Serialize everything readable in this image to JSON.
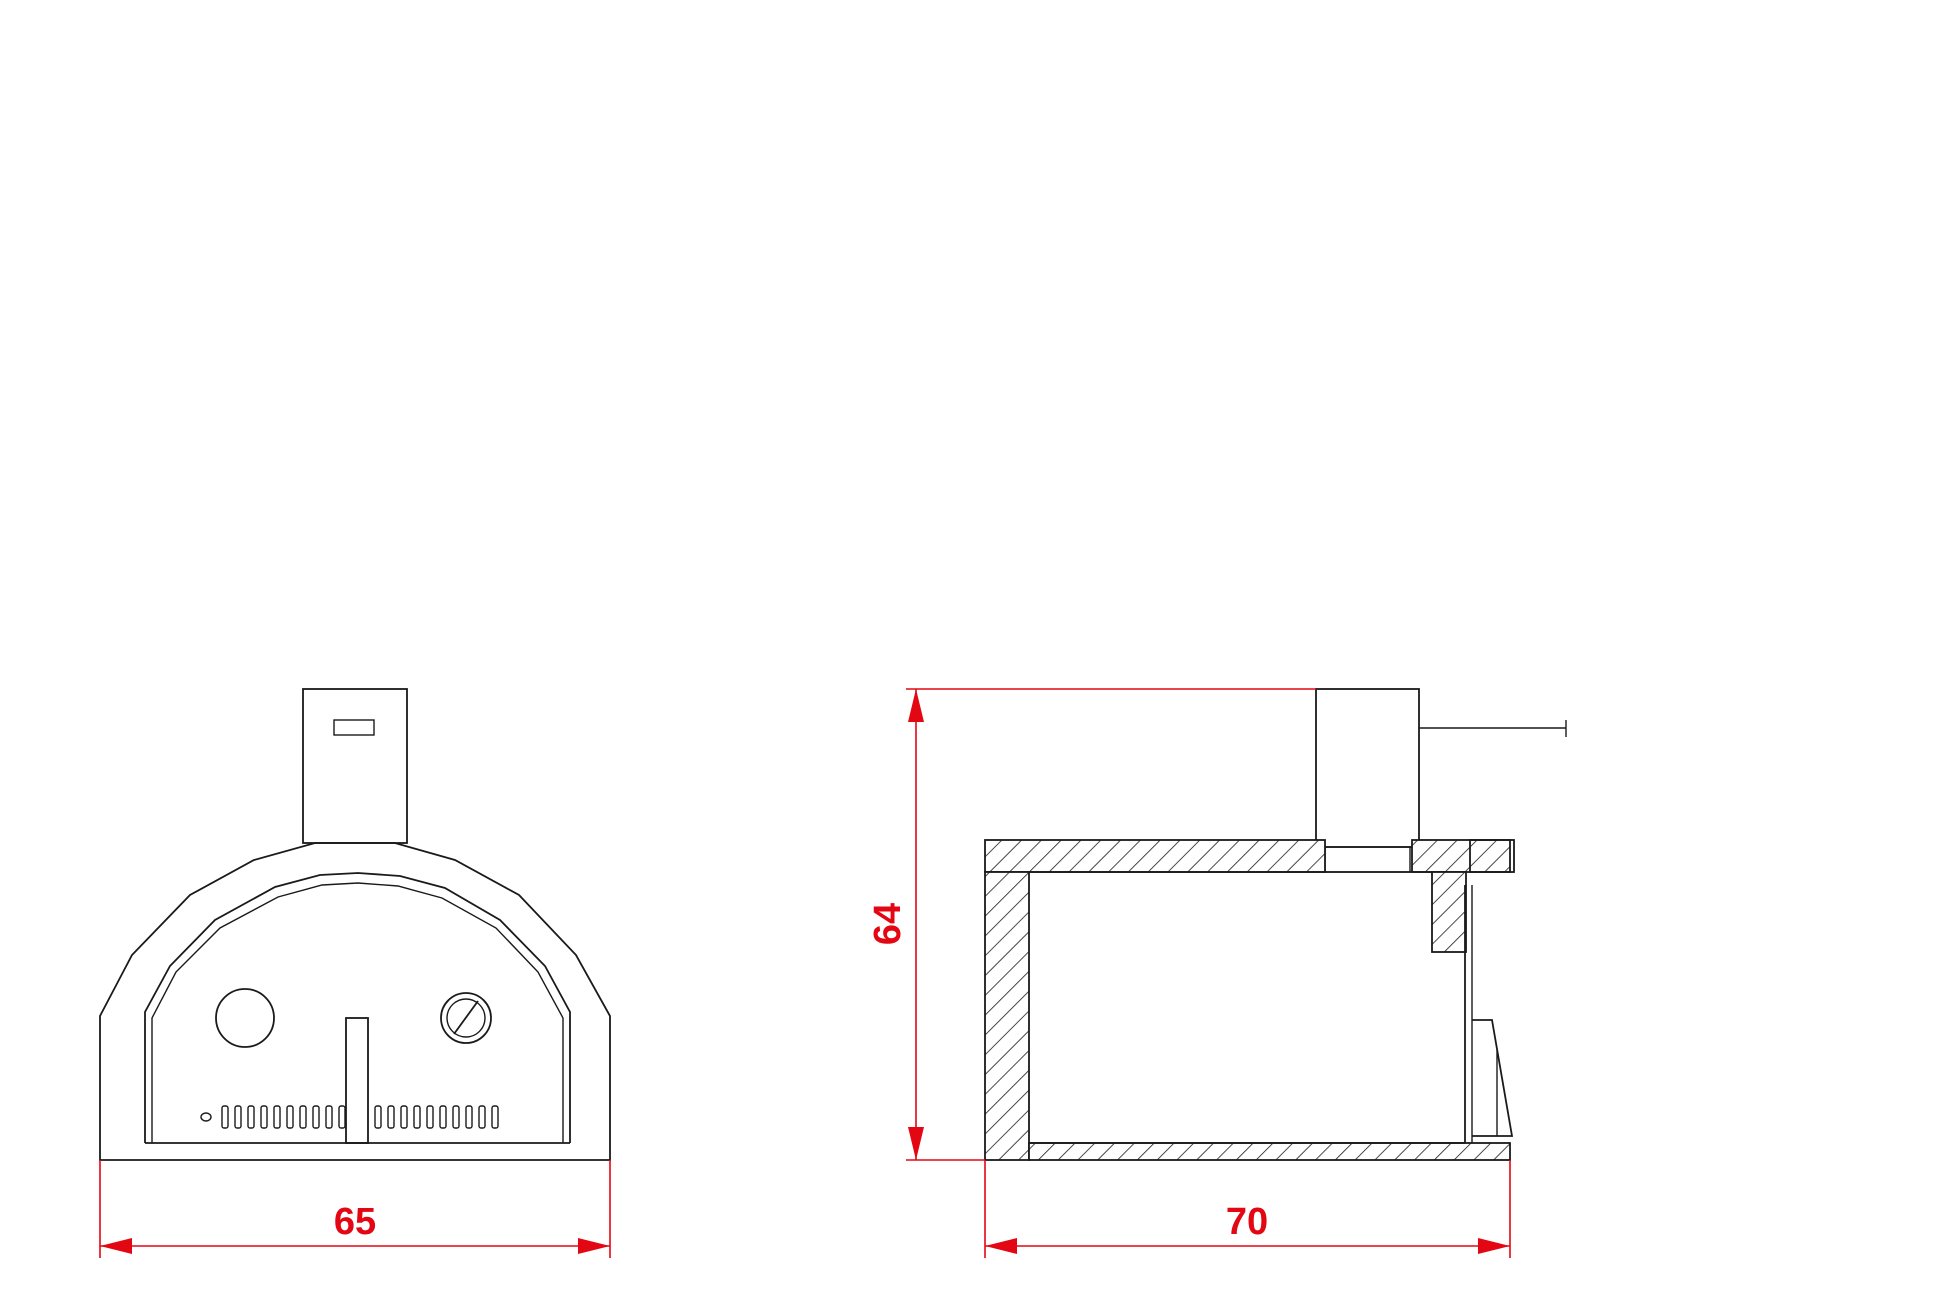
{
  "front_view": {
    "width_label": "65"
  },
  "side_view": {
    "depth_label": "70",
    "height_label": "64"
  },
  "colors": {
    "dimension": "#e30613",
    "outline": "#1a1a1a",
    "background": "#ffffff"
  },
  "icons": {
    "thermometer": "thermometer-gauge-icon",
    "vent": "air-vent-icon"
  }
}
